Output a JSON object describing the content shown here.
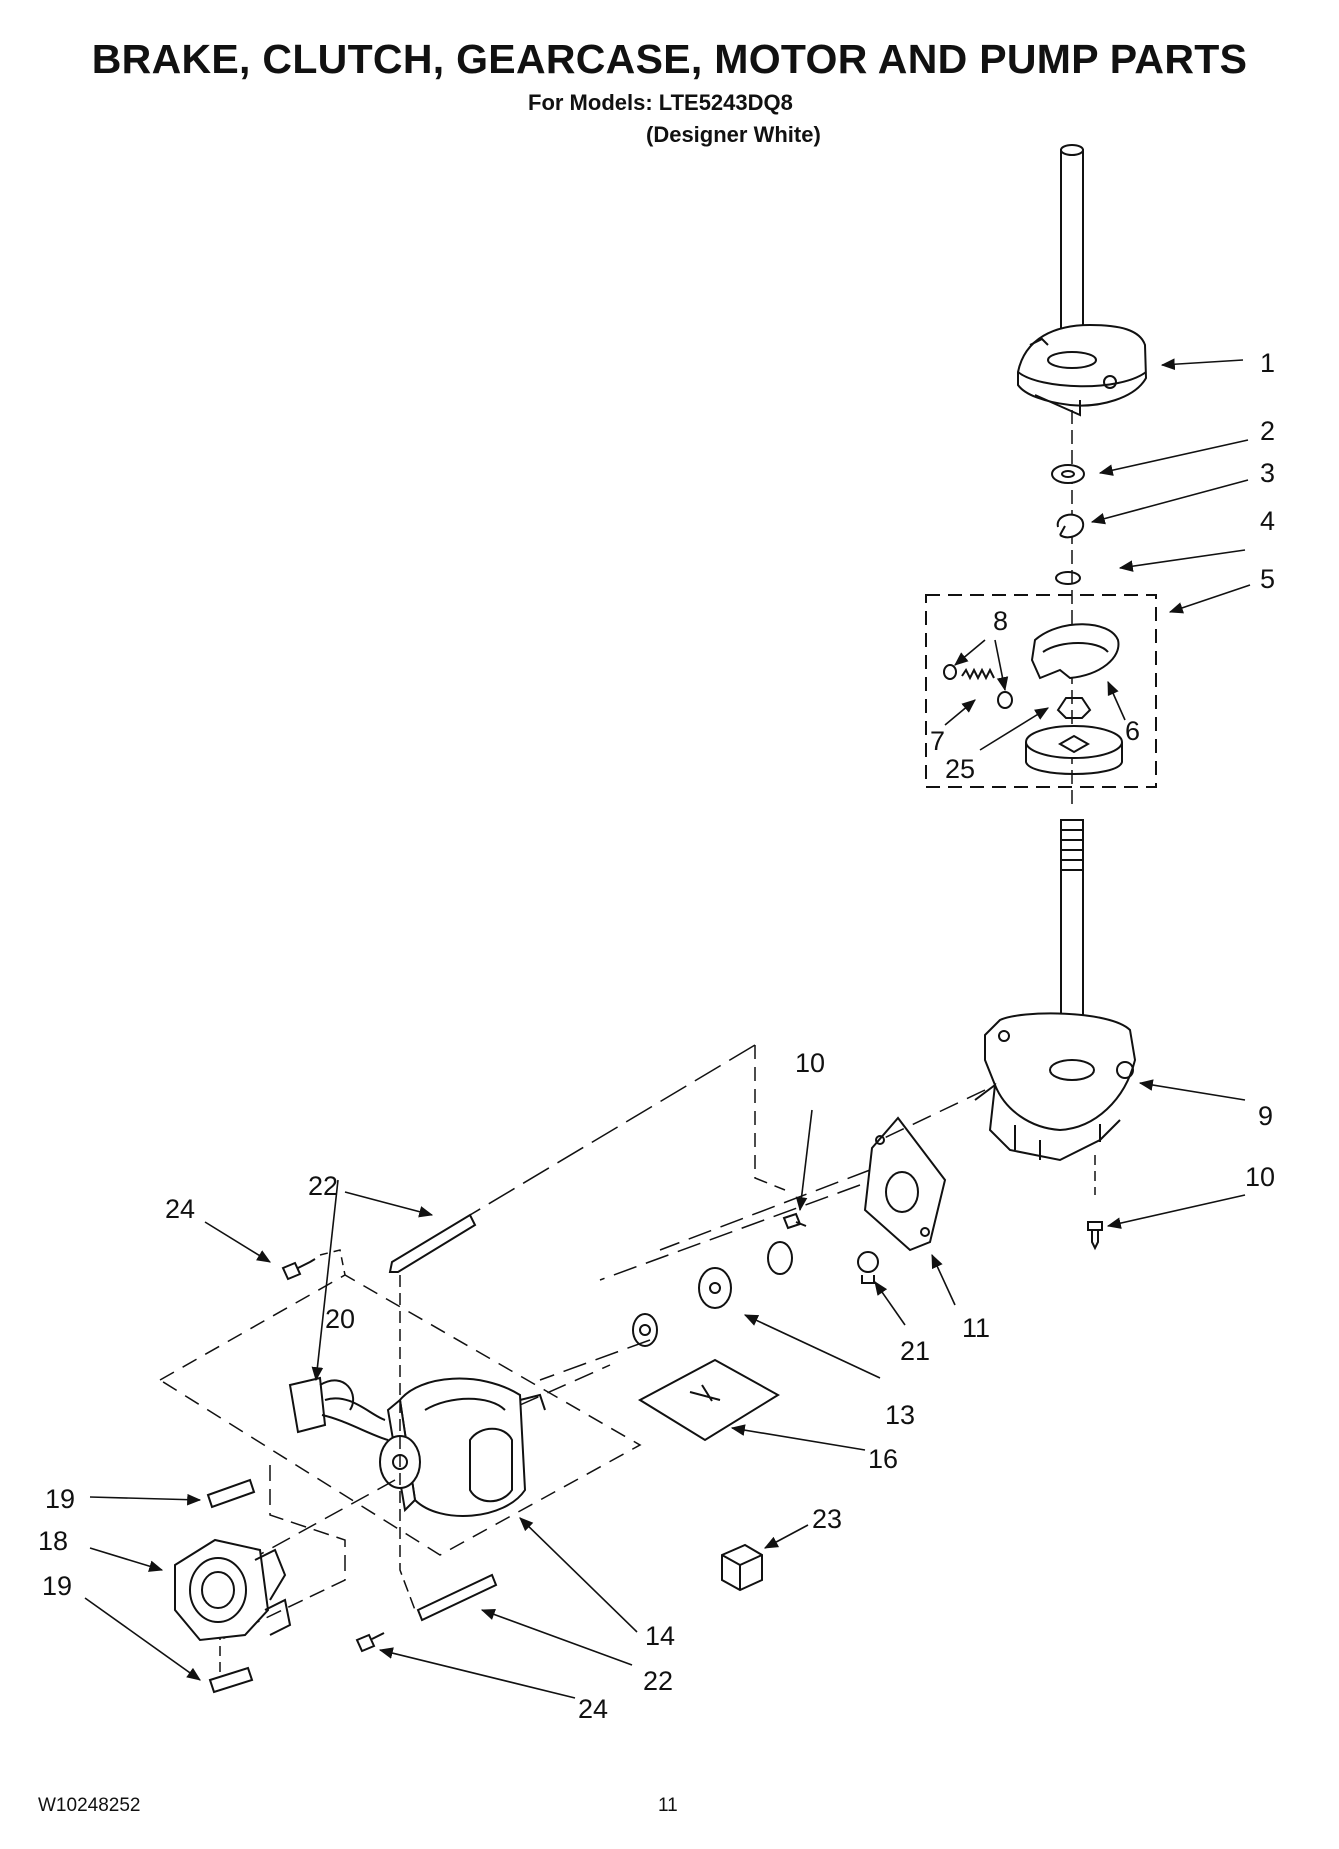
{
  "header": {
    "title": "BRAKE, CLUTCH, GEARCASE, MOTOR AND PUMP PARTS",
    "models": "For Models: LTE5243DQ8",
    "color": "(Designer White)"
  },
  "footer": {
    "doc_number": "W10248252",
    "page_number": "11"
  },
  "callouts": {
    "c1": "1",
    "c2": "2",
    "c3": "3",
    "c4": "4",
    "c5": "5",
    "c6": "6",
    "c7": "7",
    "c8": "8",
    "c9": "9",
    "c10a": "10",
    "c10b": "10",
    "c11": "11",
    "c13": "13",
    "c14": "14",
    "c16": "16",
    "c18": "18",
    "c19a": "19",
    "c19b": "19",
    "c20": "20",
    "c21": "21",
    "c22a": "22",
    "c22b": "22",
    "c23": "23",
    "c24a": "24",
    "c24b": "24",
    "c25": "25"
  }
}
